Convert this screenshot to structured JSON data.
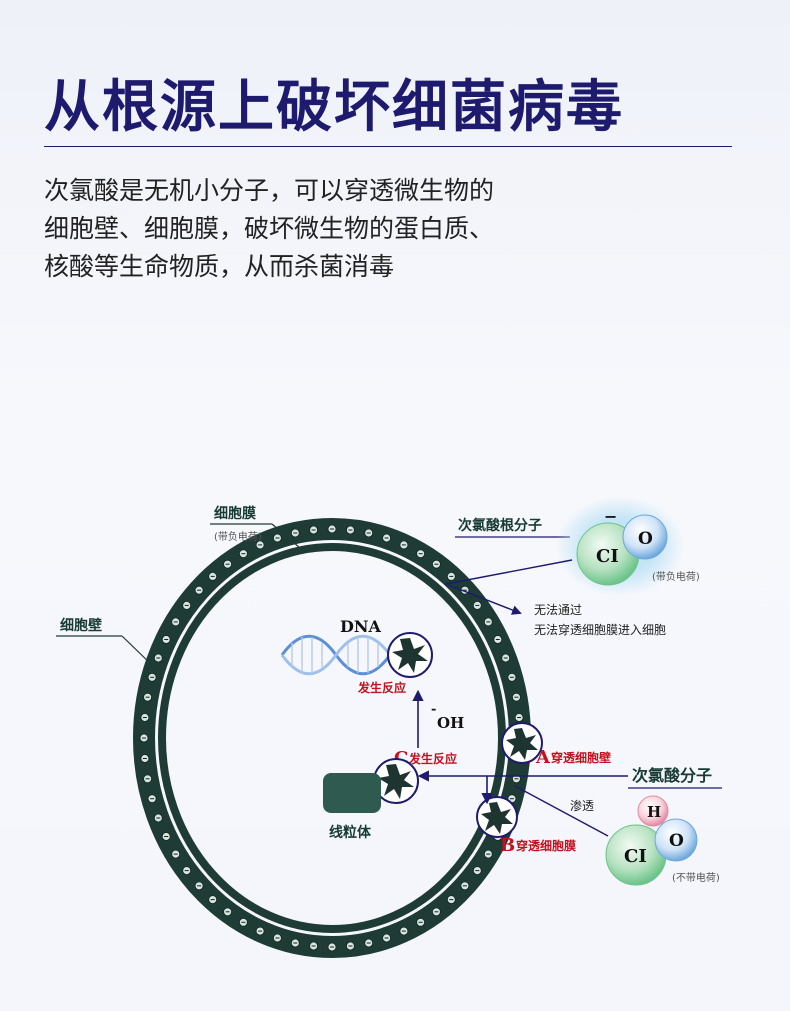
{
  "header": {
    "title": "从根源上破坏细菌病毒"
  },
  "intro": {
    "lines": [
      "次氯酸是无机小分子，可以穿透微生物的",
      "细胞壁、细胞膜，破坏微生物的蛋白质、",
      "核酸等生命物质，从而杀菌消毒"
    ]
  },
  "diagram": {
    "cell_membrane": {
      "label": "细胞膜",
      "note": "(带负电荷)"
    },
    "cell_wall": {
      "label": "细胞壁"
    },
    "dna": {
      "label": "DNA",
      "reaction": "发生反应"
    },
    "hydroxide": {
      "label": "OH",
      "charge": "-"
    },
    "mitochondria": {
      "label": "线粒体"
    },
    "reaction_c": {
      "letter": "C",
      "text": "发生反应"
    },
    "step_a": {
      "letter": "A",
      "text": "穿透细胞壁"
    },
    "step_b": {
      "letter": "B",
      "text": "穿透细胞膜"
    },
    "hypochlorite_ion": {
      "label": "次氯酸根分子",
      "atoms": [
        "CI",
        "O"
      ],
      "charge": "−",
      "note": "(带负电荷)",
      "blocked_note": [
        "无法通过",
        "无法穿透细胞膜进入细胞"
      ]
    },
    "hypochlorous_acid": {
      "label": "次氯酸分子",
      "atoms": [
        "H",
        "CI",
        "O"
      ],
      "penetrate": "渗透",
      "note": "(不带电荷)"
    },
    "colors": {
      "title": "#1e1a6e",
      "membrane": "#1f3b35",
      "arrow": "#1e1a6e",
      "reaction_red": "#c1121f",
      "mitochondria": "#2f5a50"
    }
  }
}
